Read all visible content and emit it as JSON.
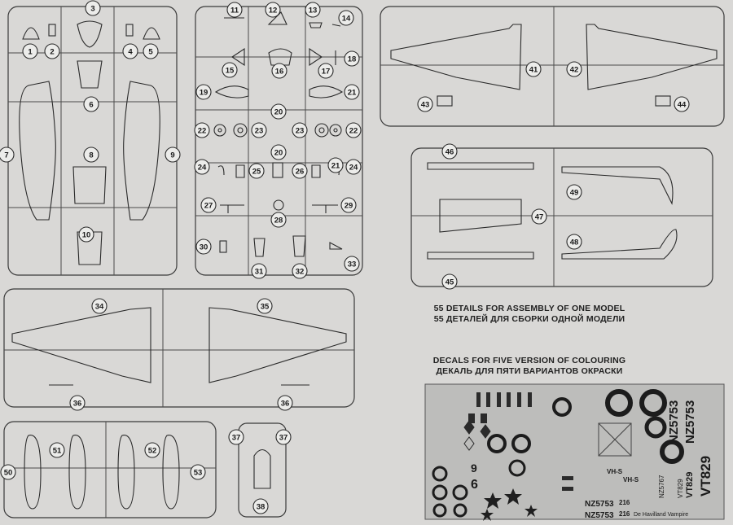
{
  "parts": [
    {
      "n": "1"
    },
    {
      "n": "2"
    },
    {
      "n": "3"
    },
    {
      "n": "4"
    },
    {
      "n": "5"
    },
    {
      "n": "6"
    },
    {
      "n": "7"
    },
    {
      "n": "8"
    },
    {
      "n": "9"
    },
    {
      "n": "10"
    },
    {
      "n": "11"
    },
    {
      "n": "12"
    },
    {
      "n": "13"
    },
    {
      "n": "14"
    },
    {
      "n": "15"
    },
    {
      "n": "16"
    },
    {
      "n": "17"
    },
    {
      "n": "18"
    },
    {
      "n": "19"
    },
    {
      "n": "20"
    },
    {
      "n": "20"
    },
    {
      "n": "21"
    },
    {
      "n": "21"
    },
    {
      "n": "22"
    },
    {
      "n": "22"
    },
    {
      "n": "23"
    },
    {
      "n": "23"
    },
    {
      "n": "24"
    },
    {
      "n": "24"
    },
    {
      "n": "25"
    },
    {
      "n": "26"
    },
    {
      "n": "27"
    },
    {
      "n": "28"
    },
    {
      "n": "29"
    },
    {
      "n": "30"
    },
    {
      "n": "31"
    },
    {
      "n": "32"
    },
    {
      "n": "33"
    },
    {
      "n": "34"
    },
    {
      "n": "35"
    },
    {
      "n": "36"
    },
    {
      "n": "36"
    },
    {
      "n": "37"
    },
    {
      "n": "37"
    },
    {
      "n": "38"
    },
    {
      "n": "41"
    },
    {
      "n": "42"
    },
    {
      "n": "43"
    },
    {
      "n": "44"
    },
    {
      "n": "45"
    },
    {
      "n": "46"
    },
    {
      "n": "47"
    },
    {
      "n": "48"
    },
    {
      "n": "49"
    },
    {
      "n": "50"
    },
    {
      "n": "51"
    },
    {
      "n": "52"
    },
    {
      "n": "53"
    }
  ],
  "captions": {
    "details_en": "55 DETAILS FOR ASSEMBLY OF ONE MODEL",
    "details_ru": "55 ДЕТАЛЕЙ ДЛЯ СБОРКИ ОДНОЙ МОДЕЛИ",
    "decals_en": "DECALS FOR FIVE VERSION OF COLOURING",
    "decals_ru": "ДЕКАЛЬ ДЛЯ ПЯТИ ВАРИАНТОВ ОКРАСКИ"
  },
  "decal_sheet": {
    "serials": [
      "NZ5753",
      "NZ5753",
      "VT829",
      "VT829",
      "NZ5753",
      "NZ5753",
      "NZ5767",
      "VT829"
    ],
    "codes": [
      "VH-S",
      "VH-S",
      "216",
      "216",
      "6",
      "9"
    ],
    "brand": "De Havilland Vampire"
  },
  "colors": {
    "paper": "#d9d8d6",
    "ink": "#2a2a2a",
    "decal_bg": "#bdbdbb",
    "roundel_dark": "#1c1c1c"
  }
}
